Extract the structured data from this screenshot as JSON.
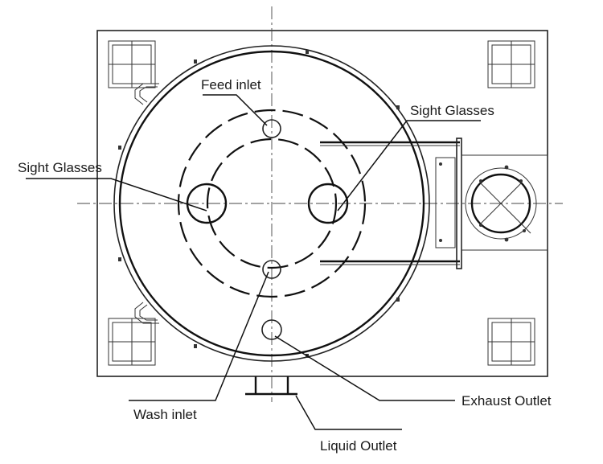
{
  "labels": {
    "feed_inlet": "Feed inlet",
    "sight_glasses_right": "Sight Glasses",
    "sight_glasses_left": "Sight Glasses",
    "wash_inlet": "Wash inlet",
    "exhaust_outlet": "Exhaust Outlet",
    "liquid_outlet": "Liquid Outlet"
  },
  "colors": {
    "line": "#111111",
    "background": "#ffffff"
  }
}
